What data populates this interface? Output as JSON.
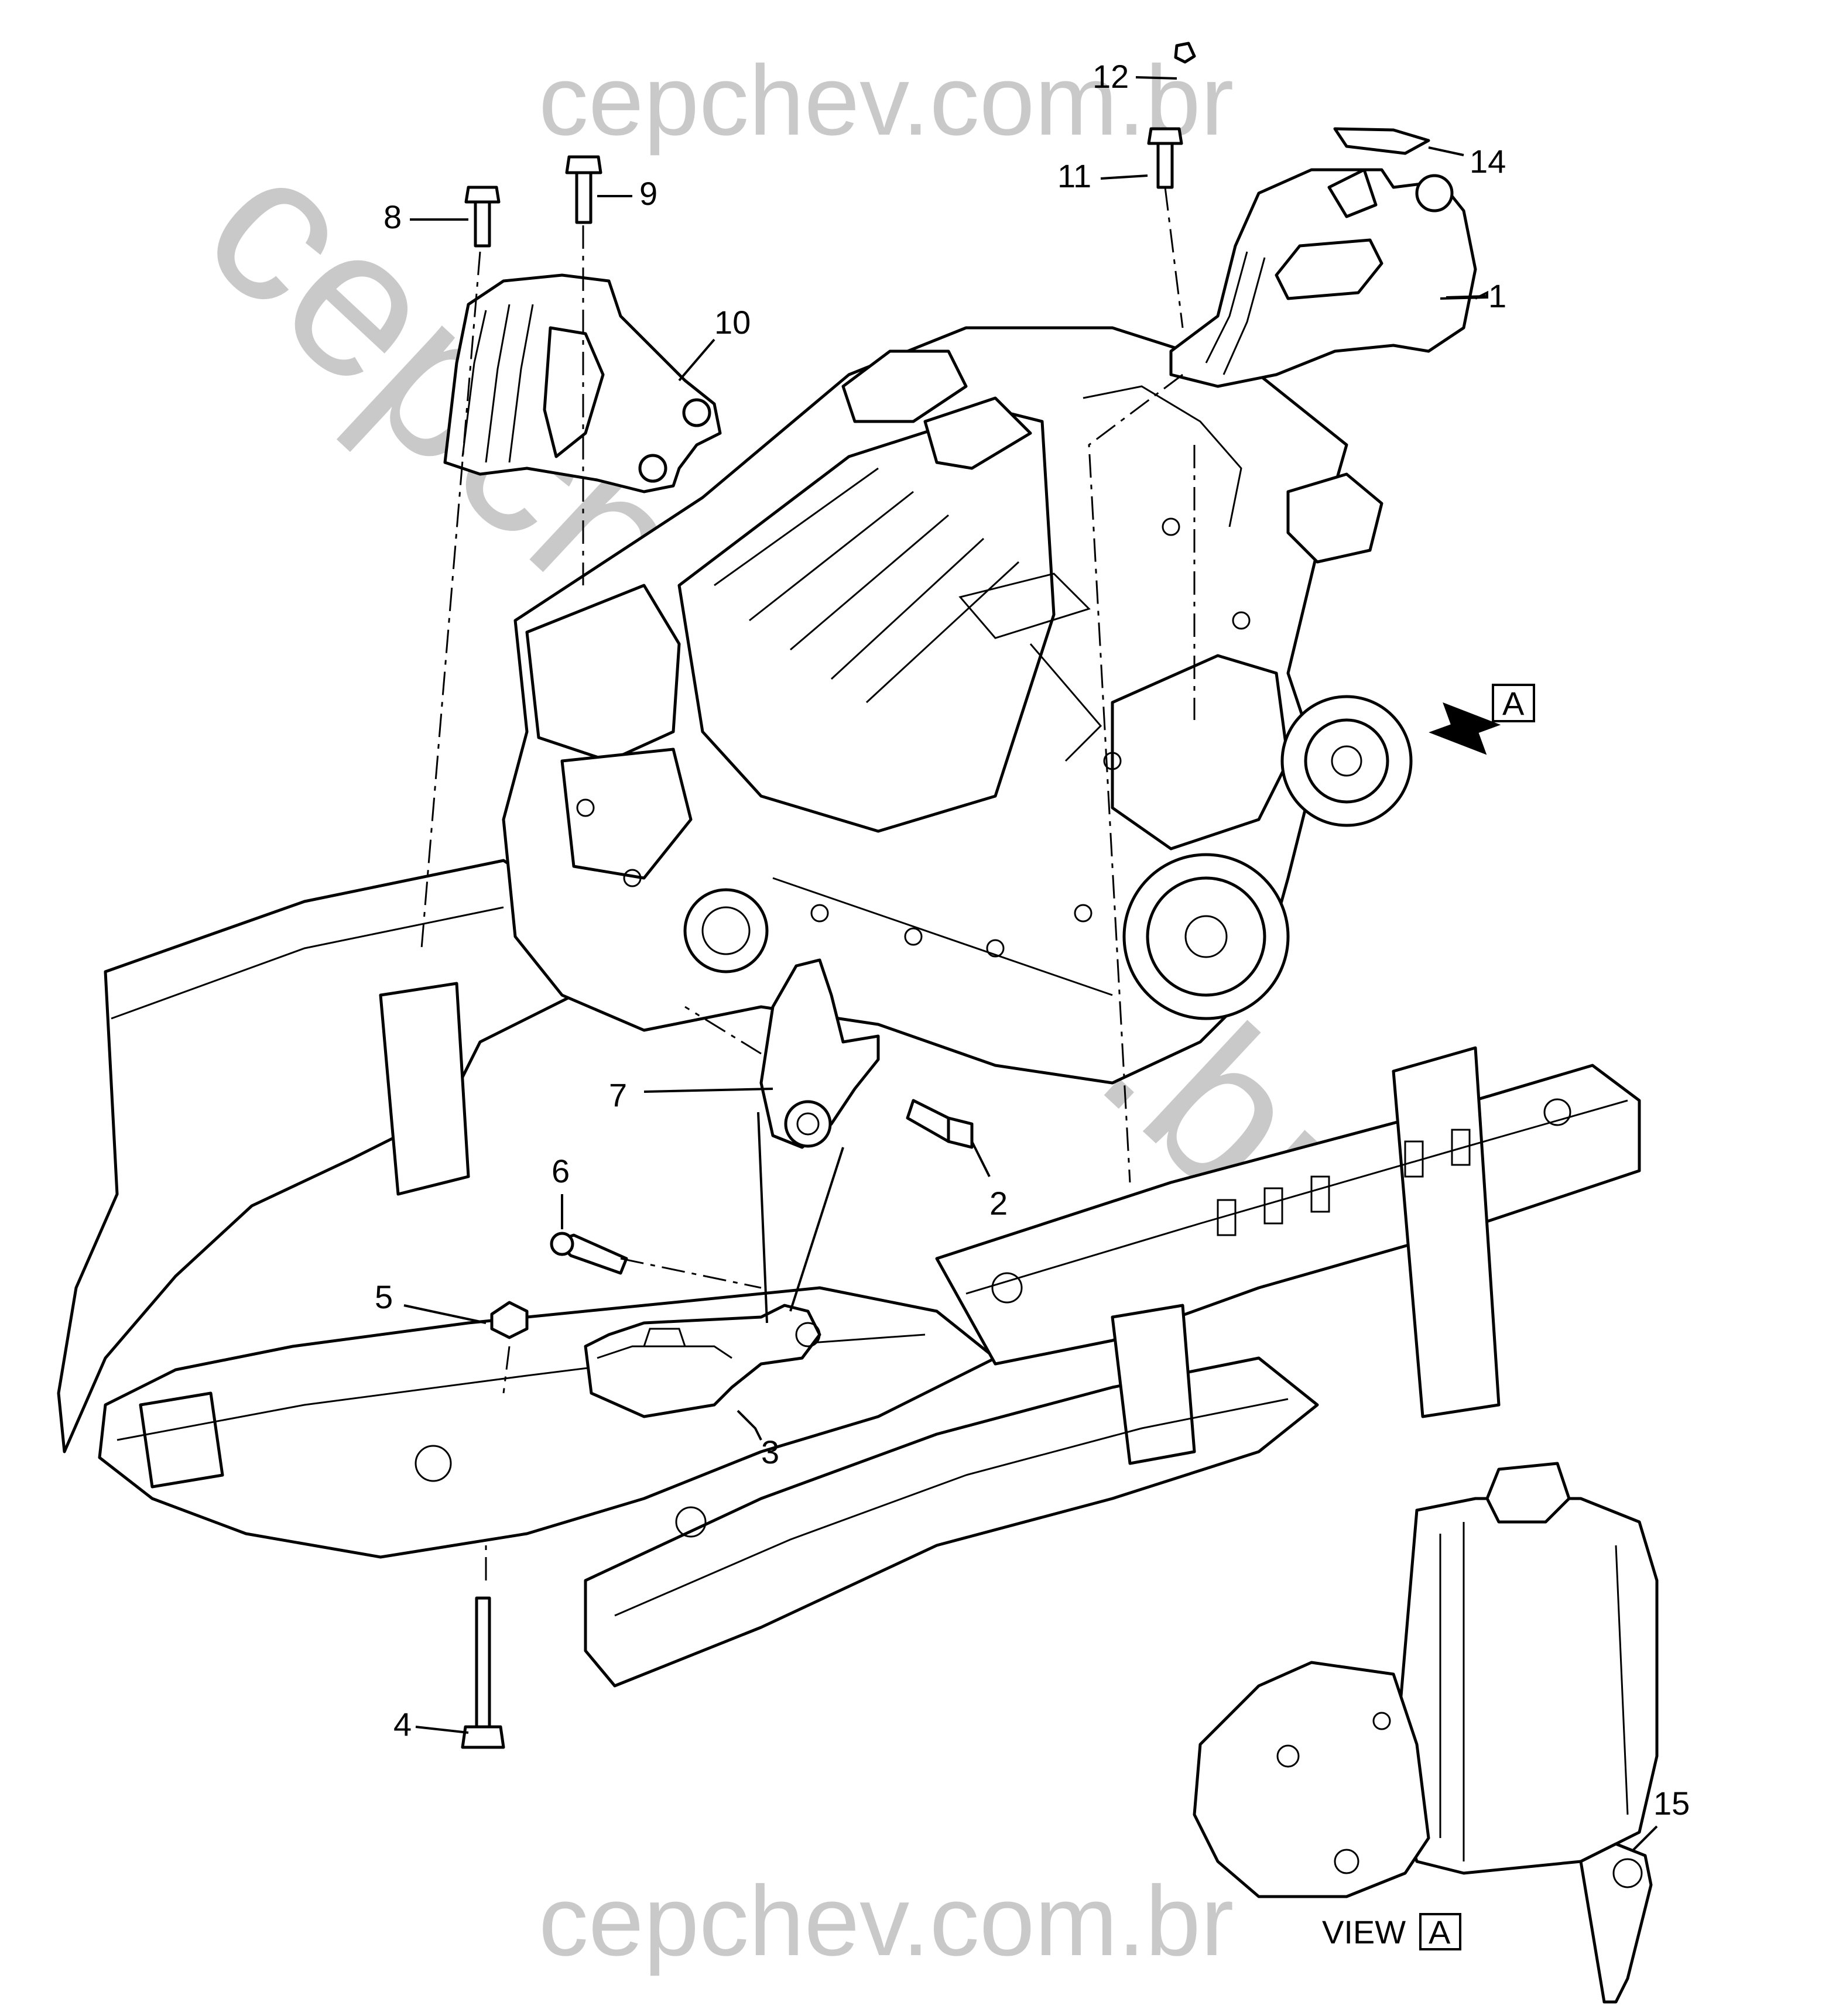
{
  "watermark": {
    "top": "cepchev.com.br",
    "bottom": "cepchev.com.br",
    "diagonal": "cepchev.com.br"
  },
  "callouts": [
    "1",
    "2",
    "3",
    "4",
    "5",
    "6",
    "7",
    "8",
    "9",
    "10",
    "11",
    "12",
    "14",
    "15"
  ],
  "view_marker": {
    "letter": "A"
  },
  "view_label": {
    "text": "VIEW",
    "letter": "A"
  }
}
